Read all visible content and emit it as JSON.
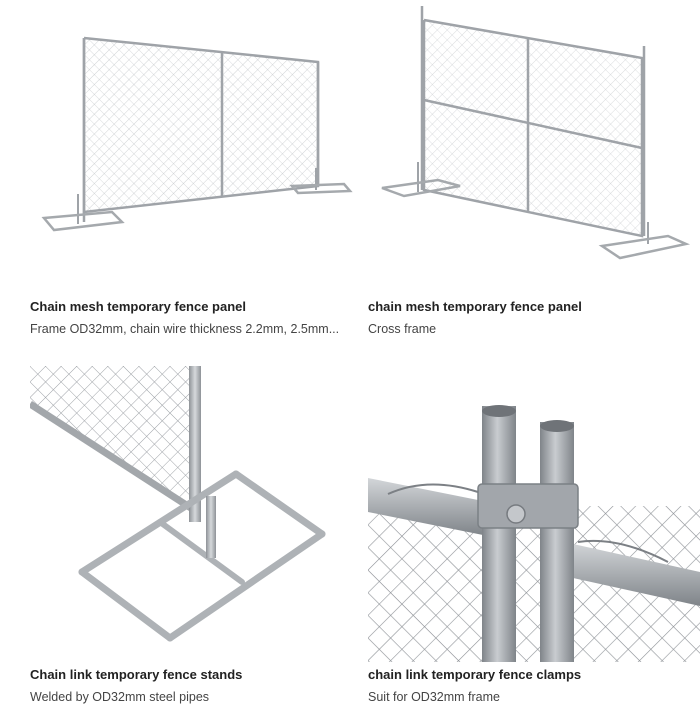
{
  "products": [
    {
      "title": "Chain mesh temporary fence panel",
      "description": "Frame OD32mm, chain wire thickness 2.2mm, 2.5mm...",
      "image_icon": "fence-panel-image"
    },
    {
      "title": "chain mesh temporary fence panel",
      "description": "Cross frame",
      "image_icon": "cross-frame-fence-panel-image"
    },
    {
      "title": "Chain link temporary fence stands",
      "description": "Welded by OD32mm steel pipes",
      "image_icon": "fence-stand-image"
    },
    {
      "title": "chain link temporary fence clamps",
      "description": "Suit for OD32mm frame",
      "image_icon": "fence-clamp-image"
    }
  ],
  "colors": {
    "steel": "#b8bcc0",
    "steel_dark": "#8d9196",
    "mesh": "#a9adb2",
    "title": "#222222",
    "description": "#444444"
  }
}
